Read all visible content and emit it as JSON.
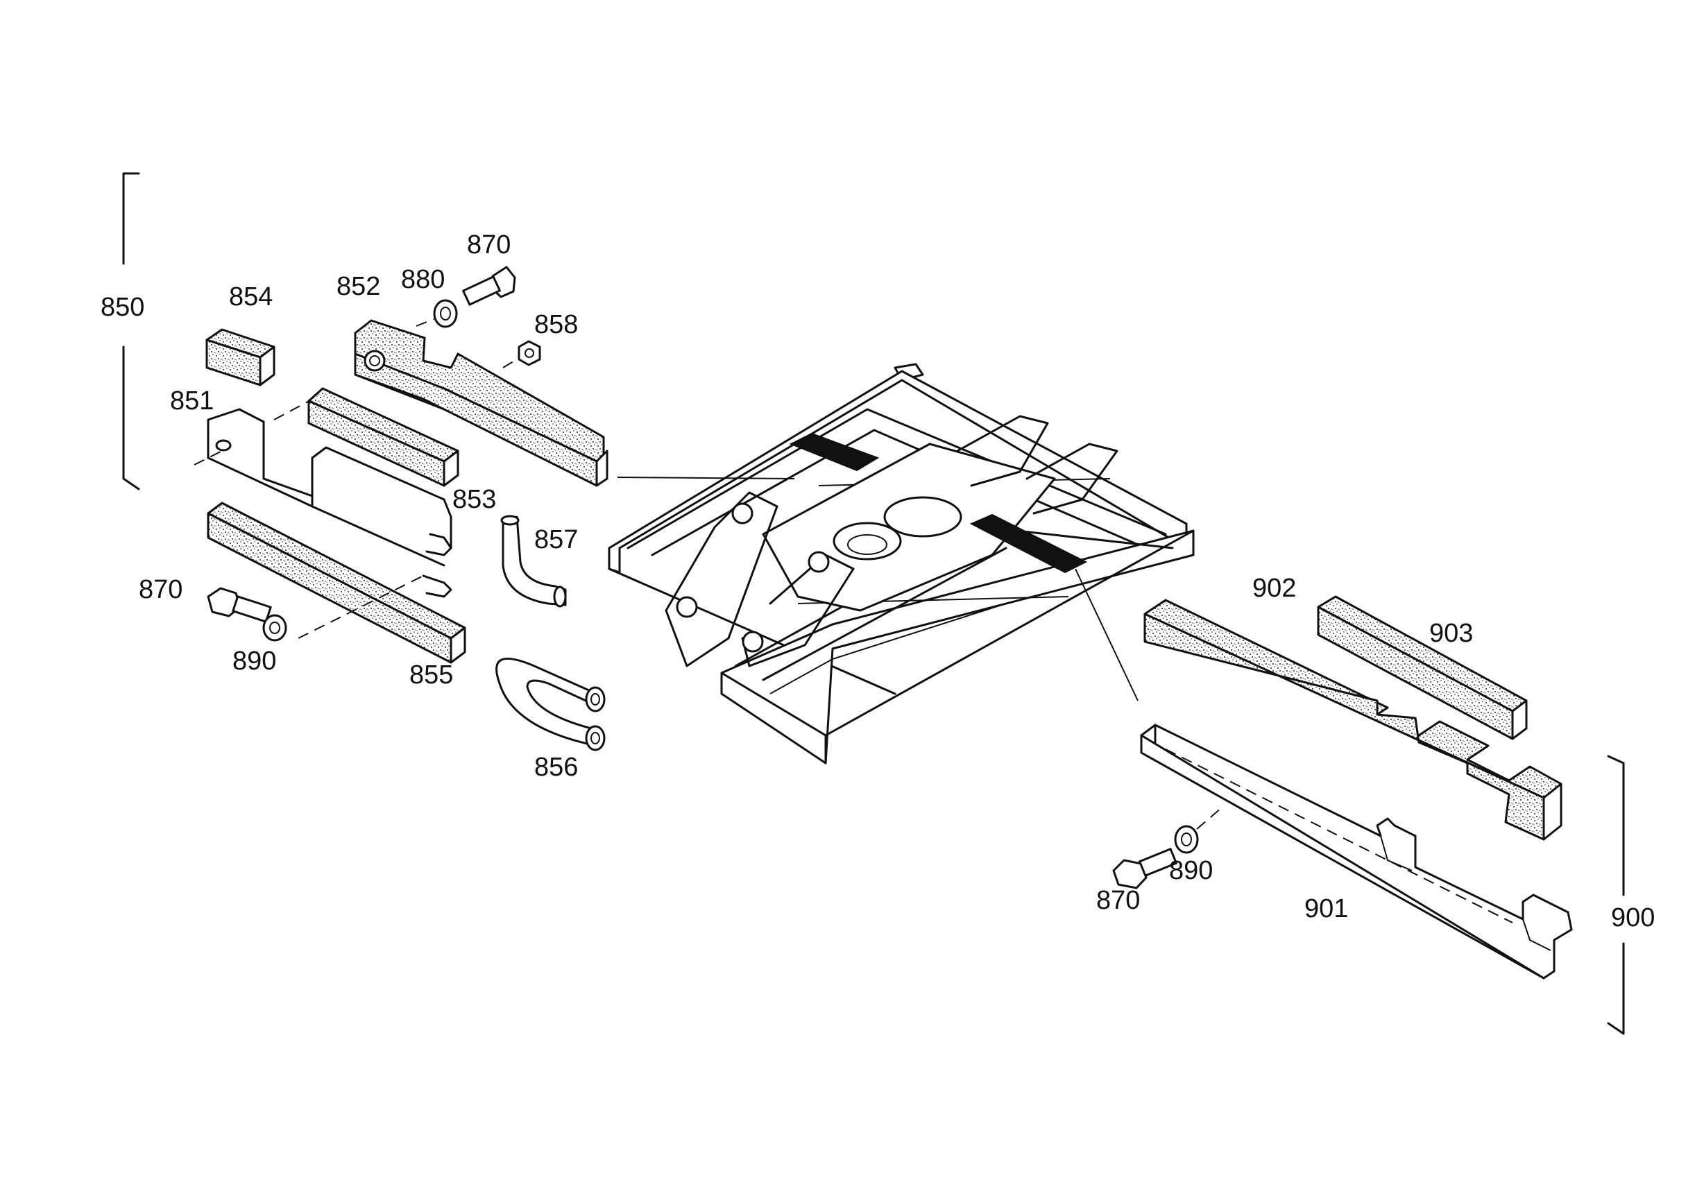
{
  "labels": {
    "l850": "850",
    "l851": "851",
    "l852": "852",
    "l853": "853",
    "l854": "854",
    "l855": "855",
    "l856": "856",
    "l857": "857",
    "l858": "858",
    "l870a": "870",
    "l870b": "870",
    "l870c": "870",
    "l880": "880",
    "l890a": "890",
    "l890b": "890",
    "l900": "900",
    "l901": "901",
    "l902": "902",
    "l903": "903"
  }
}
